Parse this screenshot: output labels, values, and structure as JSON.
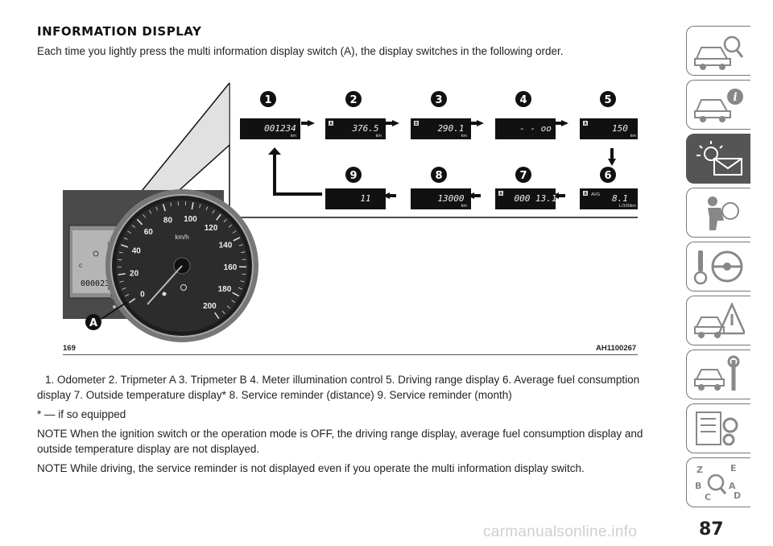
{
  "heading": "INFORMATION DISPLAY",
  "intro": "Each time you lightly press the multi information display switch (A), the display switches in the following order.",
  "figure": {
    "number": "169",
    "code": "AH1100267",
    "switch_label": "A",
    "steps": [
      {
        "num": "1",
        "value": "001234",
        "unit": "km",
        "marker": ""
      },
      {
        "num": "2",
        "value": "376.5",
        "unit": "km",
        "marker": "A"
      },
      {
        "num": "3",
        "value": "290.1",
        "unit": "km",
        "marker": "B"
      },
      {
        "num": "4",
        "value": "- - oo",
        "unit": "",
        "marker": ""
      },
      {
        "num": "5",
        "value": "150",
        "unit": "km",
        "marker": "A"
      },
      {
        "num": "6",
        "value": "8.1",
        "unit": "L/100km",
        "marker": "A",
        "extra": "AVG"
      },
      {
        "num": "7",
        "value": "000 13.1",
        "unit": "",
        "marker": "A"
      },
      {
        "num": "8",
        "value": "13000",
        "unit": "km",
        "marker": ""
      },
      {
        "num": "9",
        "value": "11",
        "unit": "",
        "marker": ""
      }
    ],
    "gauge": {
      "ticks": [
        "0",
        "20",
        "40",
        "60",
        "80",
        "100",
        "120",
        "140",
        "160",
        "180",
        "200"
      ],
      "unit": "km/h",
      "lcd_value": "000023",
      "lcd_unit": "km",
      "lcd_c": "C",
      "lcd_one": "1",
      "lcd_zero": "0"
    }
  },
  "legend": "1. Odometer  2. Tripmeter A  3. Tripmeter B  4. Meter illumination control  5. Driving range display  6. Average fuel consumption display  7. Outside temperature display*  8. Service reminder (distance)  9. Service reminder (month)",
  "footnote": "* — if so equipped",
  "notes": [
    "NOTE  When the ignition switch or the operation mode is OFF, the driving range display, average fuel consumption display and outside temperature display are not displayed.",
    "NOTE  While driving, the service reminder is not displayed even if you operate the multi information display switch."
  ],
  "page_number": "87",
  "watermark": "carmanualsonline.info",
  "tab_icons": [
    "car-search-icon",
    "car-info-icon",
    "warning-light-envelope-icon",
    "airbag-person-icon",
    "key-steering-wheel-icon",
    "car-warning-triangle-icon",
    "car-wrench-icon",
    "checklist-gear-icon",
    "alphabet-index-icon"
  ]
}
